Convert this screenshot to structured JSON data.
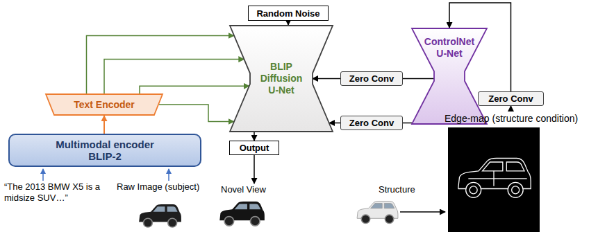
{
  "diagram": {
    "nodes": [
      {
        "text": [
          "Random Noise"
        ]
      },
      {
        "text": [
          "BLIP Diffusion U-Net"
        ]
      },
      {
        "text": [
          "ControlNet U-Net"
        ]
      },
      {
        "text": [
          "Zero Conv"
        ]
      },
      {
        "text": [
          "Zero Conv"
        ]
      },
      {
        "text": [
          "Zero Conv"
        ]
      },
      {
        "text": [
          "Text Encoder"
        ]
      },
      {
        "text": [
          "Multimodal encoder BLIP-2"
        ]
      },
      {
        "text": [
          "Output"
        ]
      }
    ],
    "edges": [
      {
        "from": 0,
        "to": 1,
        "arrow": "to"
      },
      {
        "from": 6,
        "to": 1,
        "arrow": "to"
      },
      {
        "from": 6,
        "to": 1,
        "arrow": "to"
      },
      {
        "from": 6,
        "to": 1,
        "arrow": "to"
      },
      {
        "from": 6,
        "to": 1,
        "arrow": "to"
      },
      {
        "from": 7,
        "to": 6,
        "arrow": "to"
      },
      {
        "from": 2,
        "to": 3,
        "arrow": "none"
      },
      {
        "from": 3,
        "to": 1,
        "arrow": "to"
      },
      {
        "from": 2,
        "to": 4,
        "arrow": "none"
      },
      {
        "from": 4,
        "to": 1,
        "arrow": "to"
      },
      {
        "from": 5,
        "to": 2,
        "arrow": "to"
      },
      {
        "from": 1,
        "to": 8,
        "arrow": "to"
      }
    ],
    "labels": [
      "“The 2013 BMW X5 is a midsize SUV…”",
      "Raw Image (subject)",
      "Novel View",
      "Edge-map (structure condition)",
      "Structure"
    ]
  }
}
